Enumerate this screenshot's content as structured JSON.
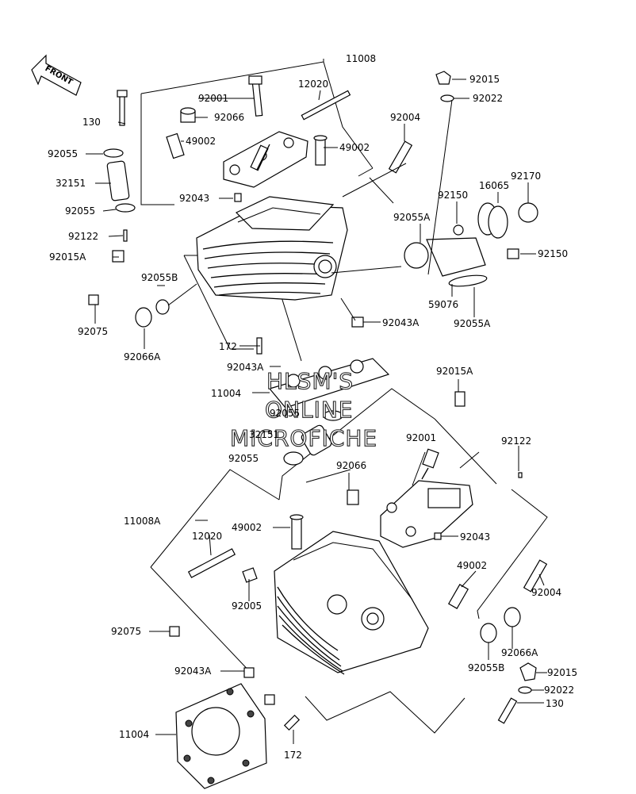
{
  "front_label": "FRONT",
  "watermark": [
    "HLSM'S",
    "ONLINE",
    "MICROFICHE"
  ],
  "labels": {
    "p11008": "11008",
    "p12020_top": "12020",
    "p92001_top": "92001",
    "p92015_top": "92015",
    "p92066_top": "92066",
    "p92022_top": "92022",
    "p130_top": "130",
    "p49002_top_l": "49002",
    "p92004_top": "92004",
    "p49002_top_r": "49002",
    "p92055_top1": "92055",
    "p32151_top": "32151",
    "p92043_top": "92043",
    "p92170": "92170",
    "p16065": "16065",
    "p92150_a": "92150",
    "p92055_top2": "92055",
    "p92055A_top": "92055A",
    "p92122_top": "92122",
    "p92150_b": "92150",
    "p92015A_top": "92015A",
    "p92055B_top": "92055B",
    "p59076": "59076",
    "p92055A_r": "92055A",
    "p92043A_top": "92043A",
    "p92075_top": "92075",
    "p92066A_top": "92066A",
    "p172_top": "172",
    "p92043A_mid": "92043A",
    "p92015A_mid": "92015A",
    "p11004_top": "11004",
    "p92055_mid": "92055",
    "p92001_bot": "92001",
    "p92122_bot": "92122",
    "p32151_mid": "32151",
    "p92055_bot": "92055",
    "p92066_bot": "92066",
    "p11008A": "11008A",
    "p49002_bot_l": "49002",
    "p92043_bot": "92043",
    "p12020_bot": "12020",
    "p49002_bot_r": "49002",
    "p92004_bot": "92004",
    "p92005": "92005",
    "p92075_bot": "92075",
    "p92066A_bot": "92066A",
    "p92043A_bot": "92043A",
    "p92055B_bot": "92055B",
    "p92015_bot": "92015",
    "p92022_bot": "92022",
    "p130_bot": "130",
    "p11004_bot": "11004",
    "p172_bot": "172"
  }
}
